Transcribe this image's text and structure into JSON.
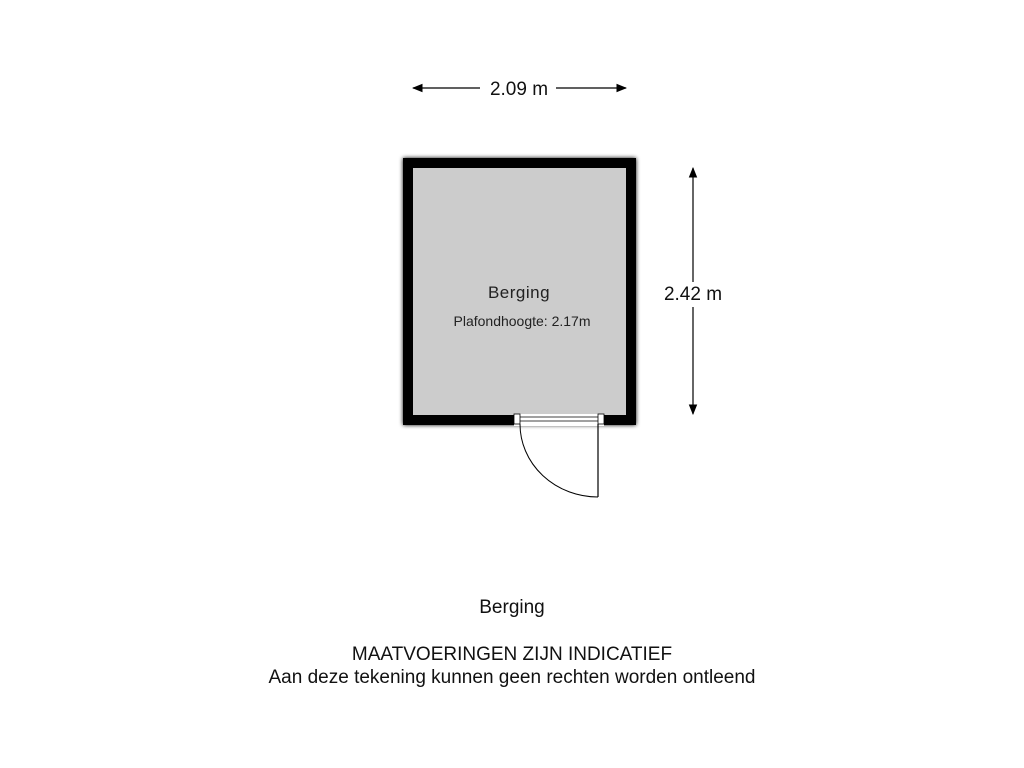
{
  "dimensions": {
    "width_label": "2.09 m",
    "height_label": "2.42 m"
  },
  "room": {
    "name": "Berging",
    "ceiling_height": "Plafondhoogte: 2.17m"
  },
  "caption": {
    "title": "Berging",
    "disclaimer_line1": "MAATVOERINGEN ZIJN INDICATIEF",
    "disclaimer_line2": "Aan deze tekening kunnen geen rechten worden ontleend"
  },
  "colors": {
    "wall": "#000000",
    "floor": "#cccccc",
    "text": "#111111"
  }
}
